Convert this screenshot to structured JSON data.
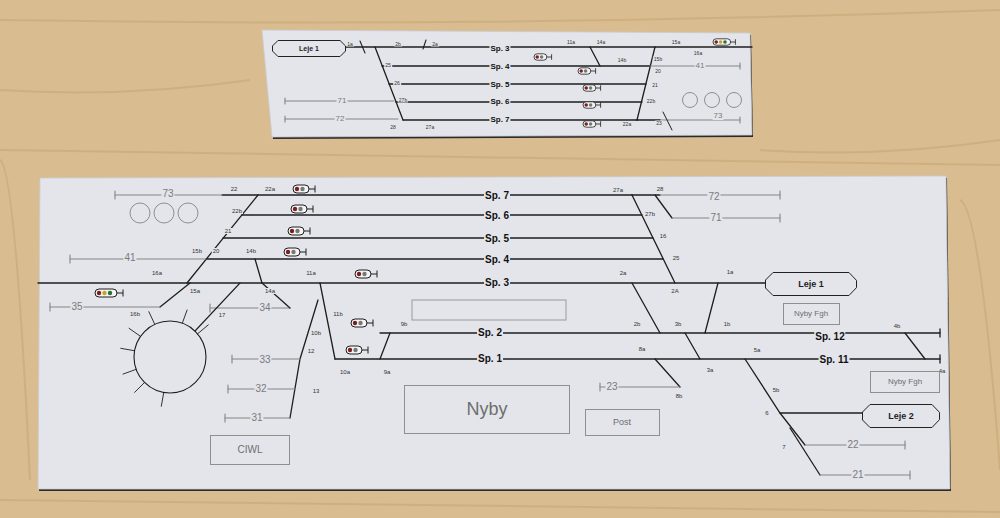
{
  "diagram": {
    "nodes": [
      {
        "text": [
          "Leje 1"
        ]
      },
      {
        "text": [
          "Leje 1"
        ]
      },
      {
        "text": [
          "Nyby Fgh"
        ]
      },
      {
        "text": [
          "Nyby Fgh"
        ]
      },
      {
        "text": [
          "Nyby"
        ]
      },
      {
        "text": [
          "Leje 2"
        ]
      },
      {
        "text": [
          "Post"
        ]
      },
      {
        "text": [
          "CIWL"
        ]
      }
    ],
    "labels": [
      "1a",
      "2b",
      "2a",
      "Sp. 3",
      "11a",
      "14a",
      "15a",
      "16a",
      "25",
      "Sp. 4",
      "14b",
      "15b",
      "20",
      "41",
      "26",
      "Sp. 5",
      "21",
      "71",
      "27b",
      "Sp. 6",
      "22b",
      "72",
      "28",
      "27a",
      "Sp. 7",
      "22a",
      "23",
      "73",
      "73",
      "22",
      "22a",
      "Sp. 7",
      "27a",
      "28",
      "72",
      "22b",
      "Sp. 6",
      "27b",
      "71",
      "21",
      "Sp. 5",
      "16",
      "41",
      "15b",
      "20",
      "14b",
      "Sp. 4",
      "25",
      "16a",
      "11a",
      "2a",
      "1a",
      "Sp. 3",
      "15a",
      "14a",
      "2A",
      "35",
      "16b",
      "17",
      "34",
      "11b",
      "10b",
      "9b",
      "Sp. 2",
      "2b",
      "3b",
      "1b",
      "Sp. 12",
      "4b",
      "12",
      "33",
      "Sp. 1",
      "8a",
      "5a",
      "Sp. 11",
      "4a",
      "10a",
      "9a",
      "3a",
      "23",
      "5b",
      "8b",
      "32",
      "13",
      "6",
      "31",
      "7",
      "22",
      "21"
    ]
  }
}
